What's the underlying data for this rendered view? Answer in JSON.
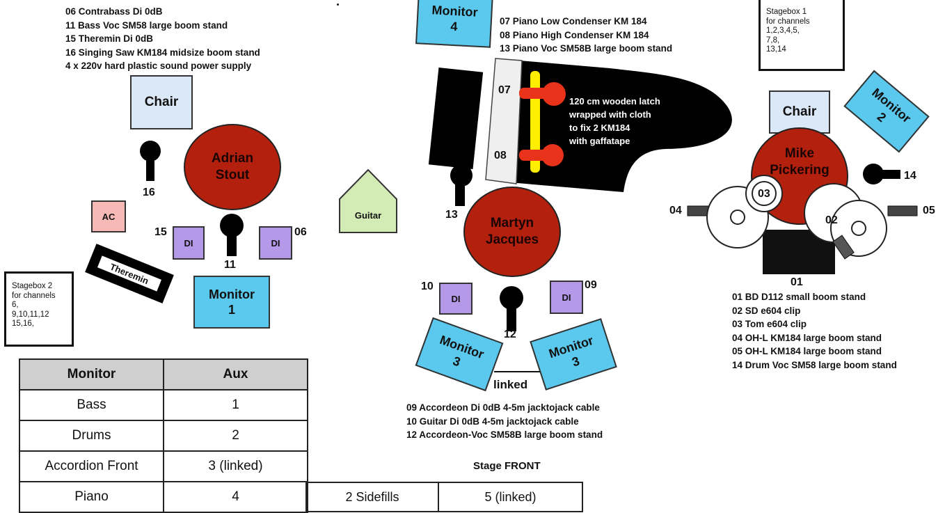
{
  "notes": {
    "left": [
      "06 Contrabass  Di 0dB",
      "11 Bass Voc SM58 large boom stand",
      "15 Theremin Di 0dB",
      "16 Singing Saw KM184 midsize boom stand",
      "4 x 220v hard plastic sound power supply"
    ],
    "piano": [
      "07 Piano Low Condenser KM 184",
      "08 Piano High Condenser KM 184",
      "13 Piano Voc SM58B large boom stand"
    ],
    "drums": [
      "01 BD D112 small boom stand",
      "02 SD e604 clip",
      "03 Tom e604 clip",
      "04 OH-L KM184 large boom stand",
      "05 OH-L KM184 large boom stand",
      "14 Drum Voc SM58 large boom stand"
    ],
    "accordion": [
      "09 Accordeon Di 0dB 4-5m jacktojack cable",
      "10 Guitar  Di 0dB 4-5m jacktojack cable",
      "12 Accordeon-Voc SM58B large boom stand"
    ]
  },
  "stagebox1": [
    "Stagebox 1",
    "for channels",
    "1,2,3,4,5,",
    "7,8,",
    "13,14"
  ],
  "stagebox2": [
    "Stagebox 2",
    "for channels",
    "6,",
    "9,10,11,12",
    "15,16,"
  ],
  "monitors": {
    "m1": [
      "Monitor",
      "1"
    ],
    "m2": [
      "Monitor",
      "2"
    ],
    "m3a": [
      "Monitor",
      "3"
    ],
    "m3b": [
      "Monitor",
      "3"
    ],
    "m4": [
      "Monitor",
      "4"
    ]
  },
  "chairs": {
    "left": "Chair",
    "right": "Chair"
  },
  "people": {
    "adrian": [
      "Adrian",
      "Stout"
    ],
    "martyn": [
      "Martyn",
      "Jacques"
    ],
    "mike": [
      "Mike",
      "Pickering"
    ]
  },
  "di_label": "DI",
  "ac_label": "AC",
  "theremin_label": "Theremin",
  "guitar_label": "Guitar",
  "linked_label": "linked",
  "piano_note": [
    "120 cm wooden latch",
    "wrapped with cloth",
    "to fix 2 KM184",
    "with gaffatape"
  ],
  "channel_numbers": {
    "c01": "01",
    "c02": "02",
    "c03": "03",
    "c04": "04",
    "c05": "05",
    "c06": "06",
    "c07": "07",
    "c08": "08",
    "c09": "09",
    "c10": "10",
    "c11": "11",
    "c12": "12",
    "c13": "13",
    "c14": "14",
    "c15": "15",
    "c16": "16"
  },
  "stage_front": "Stage FRONT",
  "monitor_table": {
    "headers": [
      "Monitor",
      "Aux"
    ],
    "rows": [
      [
        "Bass",
        "1"
      ],
      [
        "Drums",
        "2"
      ],
      [
        "Accordion Front",
        "3 (linked)"
      ],
      [
        "Piano",
        "4"
      ]
    ],
    "extra": [
      "2 Sidefills",
      "5 (linked)"
    ]
  },
  "colors": {
    "monitor": "#5bc8ee",
    "chair": "#dbe8f8",
    "di": "#b399e8",
    "person": "#b3200e",
    "ac": "#f6b9b5",
    "guitar": "#d3ecb6",
    "latch": "#ffee00",
    "mic_red": "#e8321a"
  }
}
